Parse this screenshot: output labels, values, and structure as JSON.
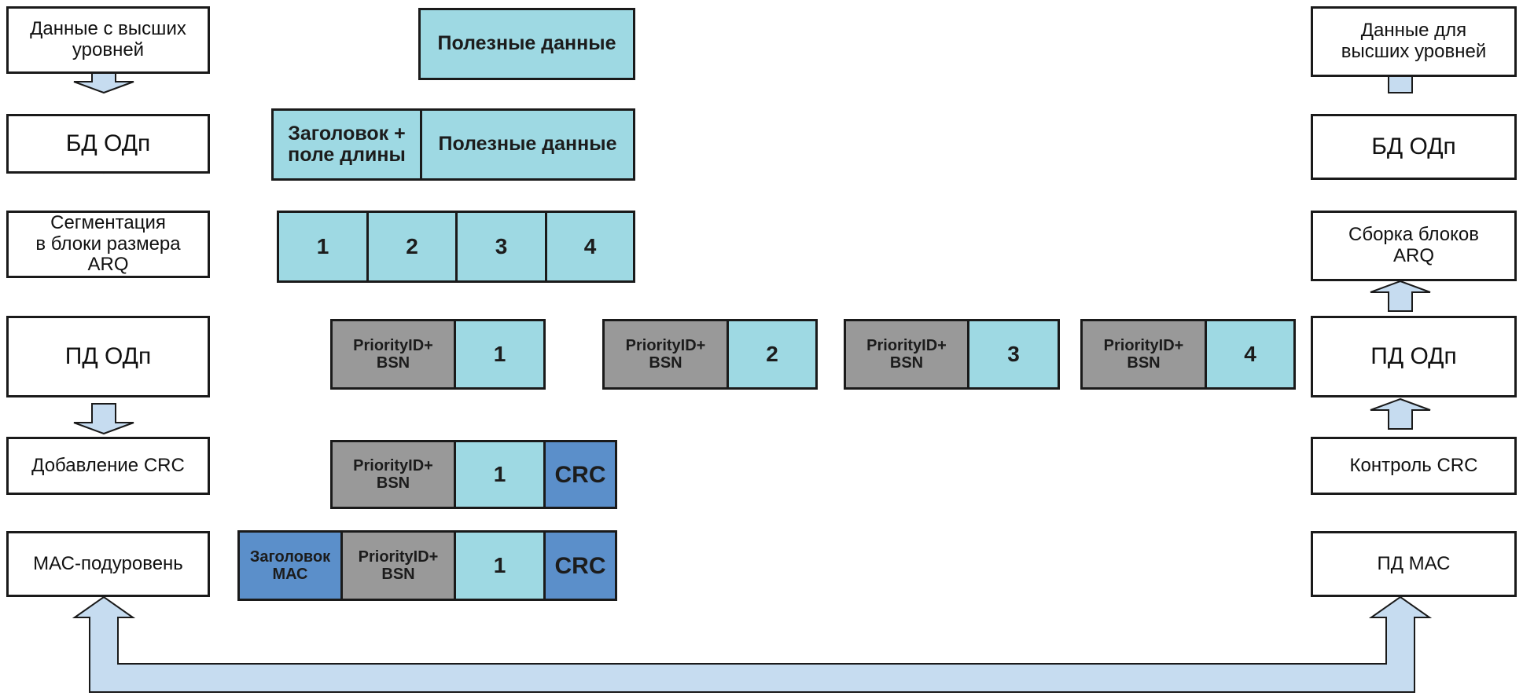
{
  "left_chain": [
    "Данные с высших\nуровней",
    "БД ОДп",
    "Сегментация\nв блоки размера\nARQ",
    "ПД ОДп",
    "Добавление CRC",
    "МАС-подуровень"
  ],
  "right_chain": [
    "Данные для\nвысших уровней",
    "БД ОДп",
    "Сборка блоков\nARQ",
    "ПД ОДп",
    "Контроль CRC",
    "ПД МАС"
  ],
  "frames": {
    "payload": "Полезные данные",
    "header_length": "Заголовок +\nполе длины",
    "segments": [
      "1",
      "2",
      "3",
      "4"
    ],
    "priority_bsn": "PriorityID+\nBSN",
    "crc": "CRC",
    "mac_header": "Заголовок\nМАС"
  },
  "colors": {
    "payload_cyan": "#9ed9e3",
    "priority_gray": "#999999",
    "crc_blue": "#5b8fca",
    "arrow_fill": "#c6dcf0",
    "border": "#1a1a1a"
  }
}
